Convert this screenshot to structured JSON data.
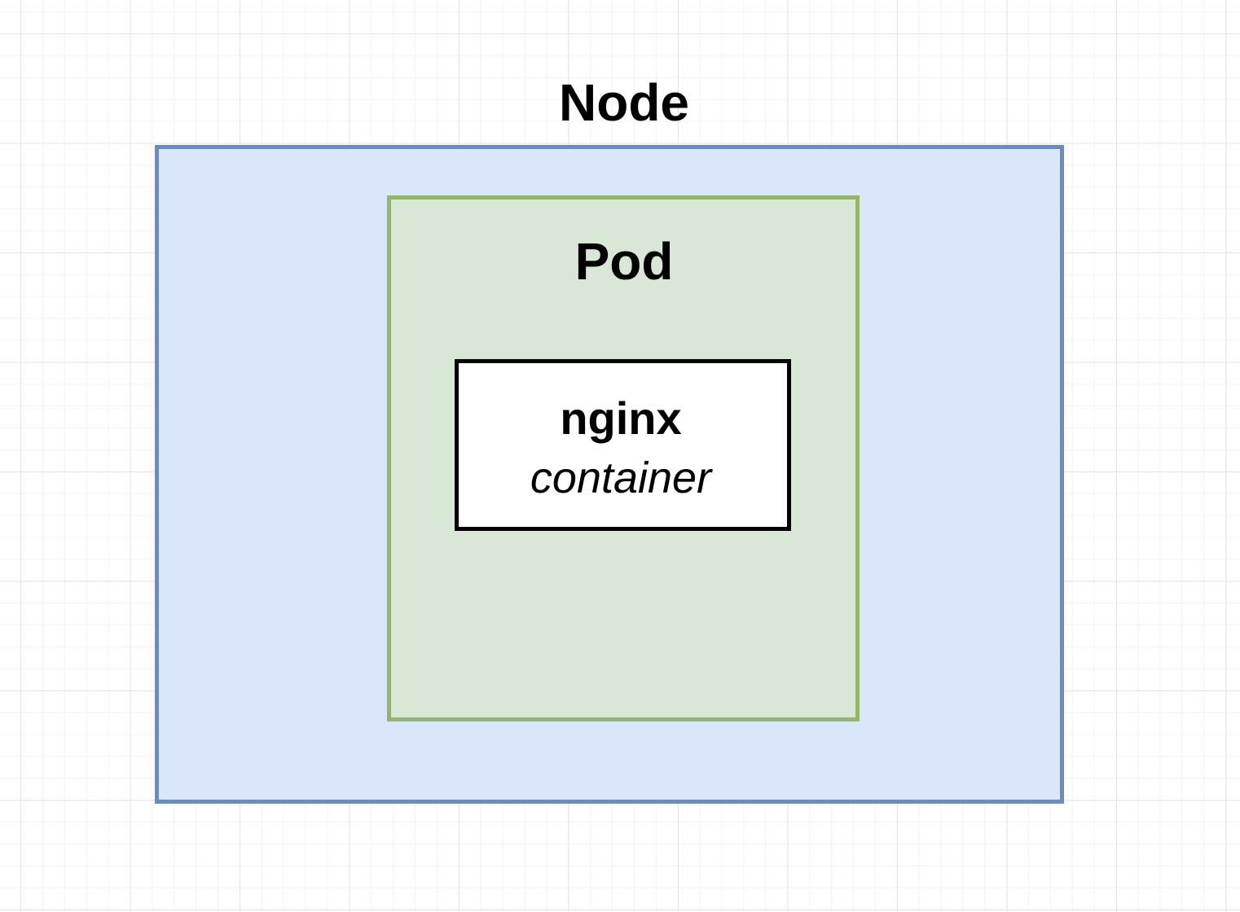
{
  "diagram": {
    "node": {
      "label": "Node",
      "fill": "#dae6fa",
      "stroke": "#6e8bbc"
    },
    "pod": {
      "label": "Pod",
      "fill": "#d9e7d6",
      "stroke": "#93b66a"
    },
    "container": {
      "name": "nginx",
      "kind": "container",
      "fill": "#ffffff",
      "stroke": "#000000"
    }
  }
}
